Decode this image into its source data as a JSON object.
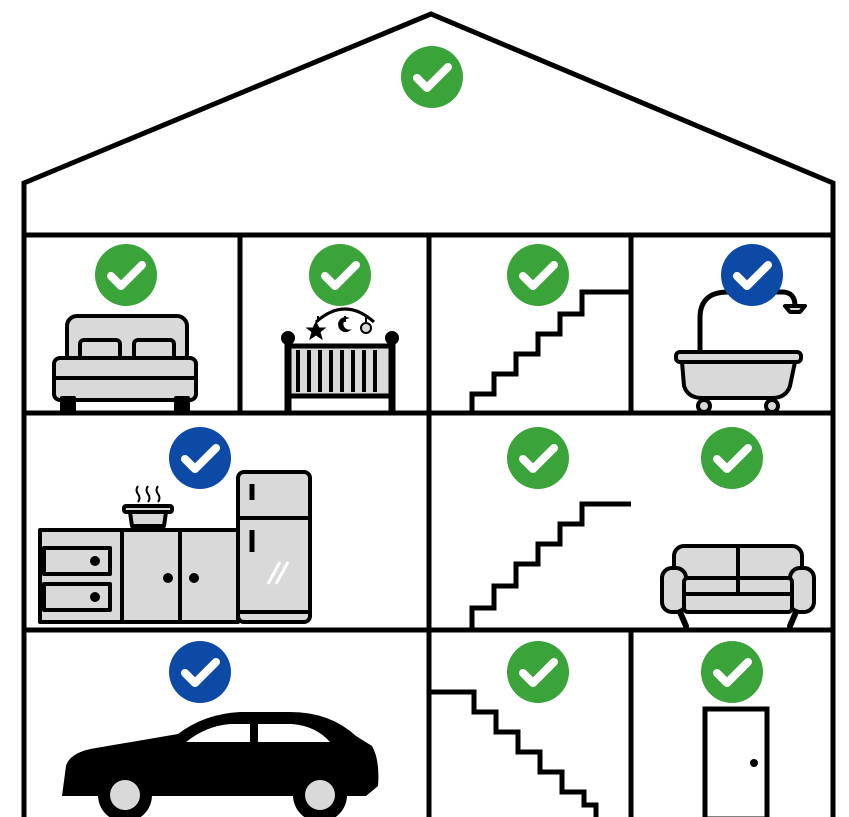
{
  "colors": {
    "outline": "#000000",
    "background": "#ffffff",
    "furniture_fill": "#d9d9d9",
    "check_green": "#3aa33a",
    "check_blue": "#0c4aa6",
    "check_mark": "#ffffff"
  },
  "rooms": [
    {
      "id": "attic",
      "icon": "empty-attic",
      "status": "check-green"
    },
    {
      "id": "bedroom",
      "icon": "bed-icon",
      "status": "check-green"
    },
    {
      "id": "nursery",
      "icon": "crib-icon",
      "status": "check-green"
    },
    {
      "id": "stairs-upper",
      "icon": "stairs-icon",
      "status": "check-green"
    },
    {
      "id": "bathroom",
      "icon": "bathtub-icon",
      "status": "check-blue"
    },
    {
      "id": "kitchen",
      "icon": "kitchen-icon",
      "status": "check-blue"
    },
    {
      "id": "stairs-middle",
      "icon": "stairs-icon",
      "status": "check-green"
    },
    {
      "id": "living-room",
      "icon": "sofa-icon",
      "status": "check-green"
    },
    {
      "id": "garage",
      "icon": "car-icon",
      "status": "check-blue"
    },
    {
      "id": "stairs-lower",
      "icon": "stairs-icon",
      "status": "check-green"
    },
    {
      "id": "entrance",
      "icon": "door-icon",
      "status": "check-green"
    }
  ]
}
